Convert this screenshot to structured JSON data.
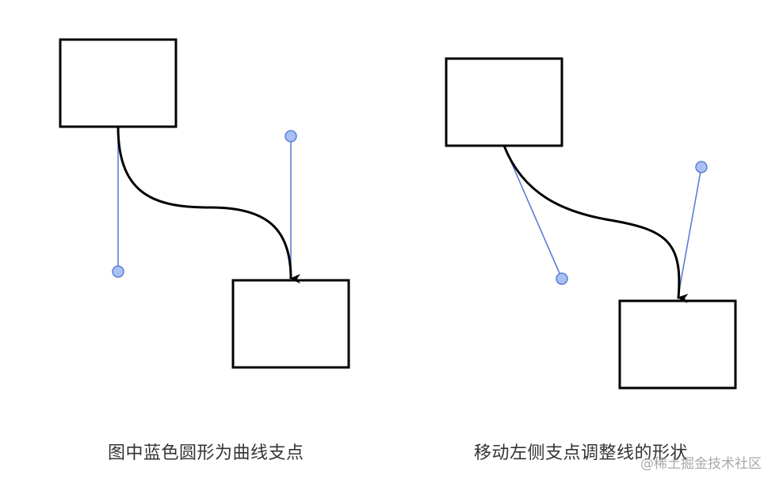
{
  "captions": {
    "left": "图中蓝色圆形为曲线支点",
    "right": "移动左侧支点调整线的形状"
  },
  "watermark": "@稀土掘金技术社区",
  "colors": {
    "box_stroke": "#000000",
    "curve_stroke": "#000000",
    "handle_line": "#5b7fd6",
    "handle_fill": "#a9c1f2",
    "handle_stroke": "#5b7fd6",
    "caption_text": "#333333",
    "watermark_text": "#9a9a9a"
  },
  "panels": [
    {
      "id": "left",
      "description_key": "captions.left"
    },
    {
      "id": "right",
      "description_key": "captions.right"
    }
  ]
}
